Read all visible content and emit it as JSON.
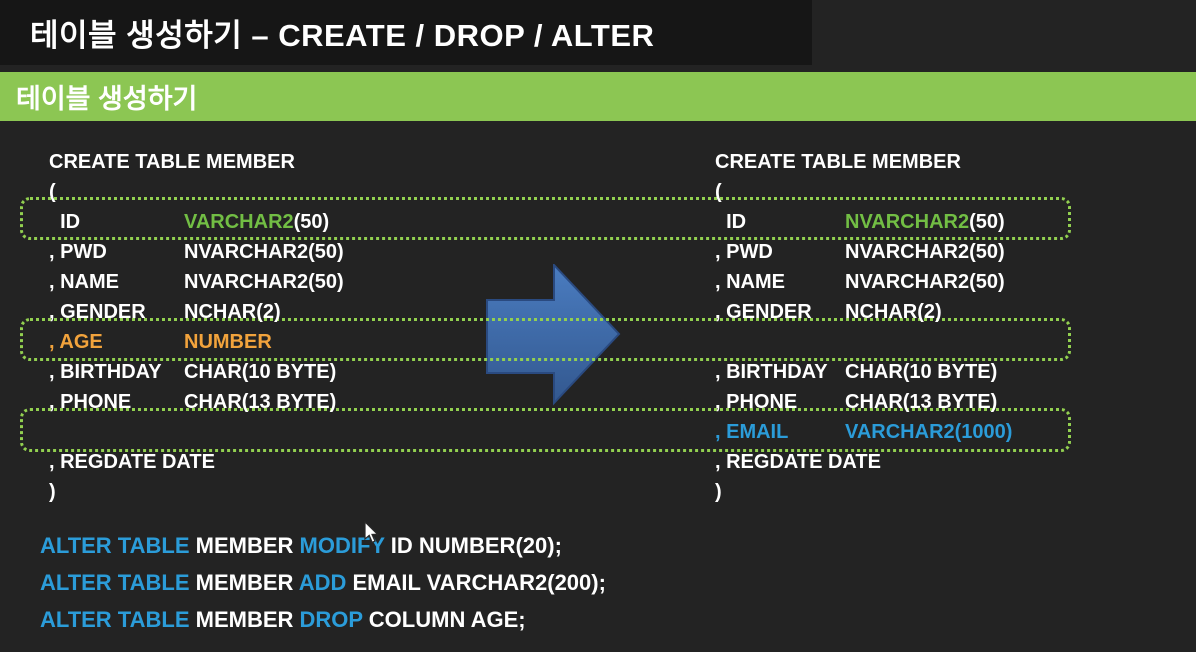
{
  "title_bar": {
    "title": "테이블 생성하기 – CREATE / DROP / ALTER"
  },
  "section_banner": {
    "label": "테이블 생성하기"
  },
  "colors": {
    "white": "#ffffff",
    "green": "#72be44",
    "orange": "#f2a33c",
    "blue": "#2b9cd9",
    "banner_green": "#8cc653",
    "highlight_border_green": "#92d050",
    "arrow_blue_light": "#4a7cc0",
    "arrow_blue_dark": "#33588f",
    "arrow_border": "#2a4a80",
    "background": "#232323",
    "title_background": "#161616"
  },
  "code_left": {
    "lines": [
      {
        "segs": [
          {
            "t": "CREATE TABLE MEMBER",
            "c": "white"
          }
        ]
      },
      {
        "segs": [
          {
            "t": "(",
            "c": "white"
          }
        ]
      },
      {
        "segs": [
          {
            "t": "  ID",
            "c": "white",
            "pad": true
          },
          {
            "t": "VARCHAR2",
            "c": "green"
          },
          {
            "t": "(50)",
            "c": "white"
          }
        ]
      },
      {
        "segs": [
          {
            "t": ", PWD",
            "c": "white",
            "pad": true
          },
          {
            "t": "NVARCHAR2(50)",
            "c": "white"
          }
        ]
      },
      {
        "segs": [
          {
            "t": ", NAME",
            "c": "white",
            "pad": true
          },
          {
            "t": "NVARCHAR2(50)",
            "c": "white"
          }
        ]
      },
      {
        "segs": [
          {
            "t": ", GENDER",
            "c": "white",
            "pad": true
          },
          {
            "t": "NCHAR(2)",
            "c": "white"
          }
        ]
      },
      {
        "segs": [
          {
            "t": ", AGE",
            "c": "orange",
            "pad": true
          },
          {
            "t": "NUMBER",
            "c": "orange"
          }
        ]
      },
      {
        "segs": [
          {
            "t": ", BIRTHDAY ",
            "c": "white",
            "pad": true
          },
          {
            "t": "CHAR(10 BYTE)",
            "c": "white"
          }
        ]
      },
      {
        "segs": [
          {
            "t": ", PHONE",
            "c": "white",
            "pad": true
          },
          {
            "t": "CHAR(13 BYTE)",
            "c": "white"
          }
        ]
      },
      {
        "segs": []
      },
      {
        "segs": [
          {
            "t": ", REGDATE DATE",
            "c": "white"
          }
        ]
      },
      {
        "segs": [
          {
            "t": ")",
            "c": "white"
          }
        ]
      }
    ]
  },
  "code_right": {
    "lines": [
      {
        "segs": [
          {
            "t": "CREATE TABLE MEMBER",
            "c": "white"
          }
        ]
      },
      {
        "segs": [
          {
            "t": "(",
            "c": "white"
          }
        ]
      },
      {
        "segs": [
          {
            "t": "  ID",
            "c": "white",
            "pad": true
          },
          {
            "t": "NVARCHAR2",
            "c": "green"
          },
          {
            "t": "(50)",
            "c": "white"
          }
        ]
      },
      {
        "segs": [
          {
            "t": ", PWD",
            "c": "white",
            "pad": true
          },
          {
            "t": "NVARCHAR2(50)",
            "c": "white"
          }
        ]
      },
      {
        "segs": [
          {
            "t": ", NAME",
            "c": "white",
            "pad": true
          },
          {
            "t": "NVARCHAR2(50)",
            "c": "white"
          }
        ]
      },
      {
        "segs": [
          {
            "t": ", GENDER",
            "c": "white",
            "pad": true
          },
          {
            "t": "NCHAR(2)",
            "c": "white"
          }
        ]
      },
      {
        "segs": []
      },
      {
        "segs": [
          {
            "t": ", BIRTHDAY ",
            "c": "white",
            "pad": true
          },
          {
            "t": "CHAR(10 BYTE)",
            "c": "white"
          }
        ]
      },
      {
        "segs": [
          {
            "t": ", PHONE",
            "c": "white",
            "pad": true
          },
          {
            "t": "CHAR(13 BYTE)",
            "c": "white"
          }
        ]
      },
      {
        "segs": [
          {
            "t": ", EMAIL",
            "c": "blue",
            "pad": true
          },
          {
            "t": "VARCHAR2(1000)",
            "c": "blue"
          }
        ]
      },
      {
        "segs": [
          {
            "t": ", REGDATE DATE",
            "c": "white"
          }
        ]
      },
      {
        "segs": [
          {
            "t": ")",
            "c": "white"
          }
        ]
      }
    ]
  },
  "alter_block": {
    "lines": [
      {
        "segs": [
          {
            "t": "ALTER TABLE ",
            "c": "blue"
          },
          {
            "t": "MEMBER ",
            "c": "white"
          },
          {
            "t": "MODIFY ",
            "c": "blue"
          },
          {
            "t": "ID NUMBER(20);",
            "c": "white"
          }
        ]
      },
      {
        "segs": [
          {
            "t": "ALTER TABLE ",
            "c": "blue"
          },
          {
            "t": "MEMBER ",
            "c": "white"
          },
          {
            "t": "ADD ",
            "c": "blue"
          },
          {
            "t": "EMAIL VARCHAR2(200);",
            "c": "white"
          }
        ]
      },
      {
        "segs": [
          {
            "t": "ALTER TABLE ",
            "c": "blue"
          },
          {
            "t": "MEMBER ",
            "c": "white"
          },
          {
            "t": "DROP ",
            "c": "blue"
          },
          {
            "t": "COLUMN AGE;",
            "c": "white"
          }
        ]
      }
    ]
  }
}
